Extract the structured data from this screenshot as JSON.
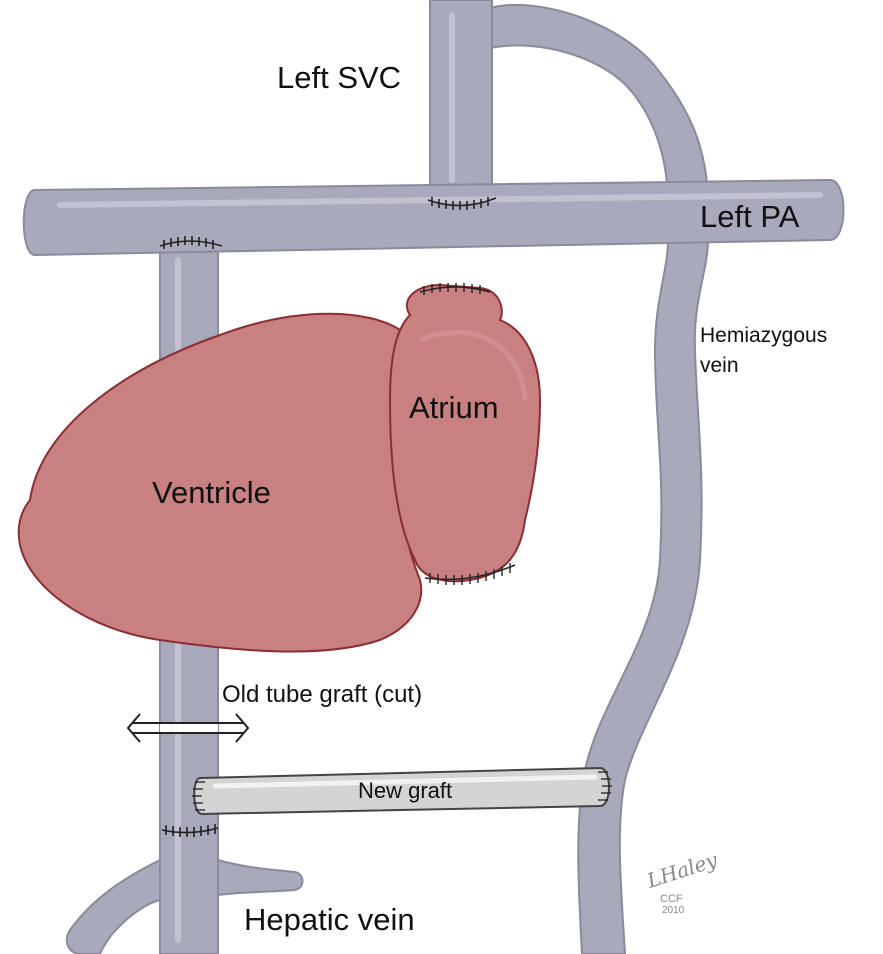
{
  "labels": {
    "left_svc": "Left SVC",
    "left_pa": "Left PA",
    "hemiazygous_line1": "Hemiazygous",
    "hemiazygous_line2": "vein",
    "atrium": "Atrium",
    "ventricle": "Ventricle",
    "old_tube_graft": "Old tube graft (cut)",
    "new_graft": "New graft",
    "hepatic_vein": "Hepatic vein"
  },
  "signature": {
    "name": "LHaley",
    "org": "CCF",
    "year": "2010"
  },
  "colors": {
    "vessel_fill": "#a9a9bc",
    "vessel_stroke": "#8a8a9c",
    "heart_fill": "#c98080",
    "heart_stroke": "#8a2e34",
    "graft_fill": "#d4d4d4",
    "graft_stroke": "#444444",
    "text": "#111111"
  }
}
